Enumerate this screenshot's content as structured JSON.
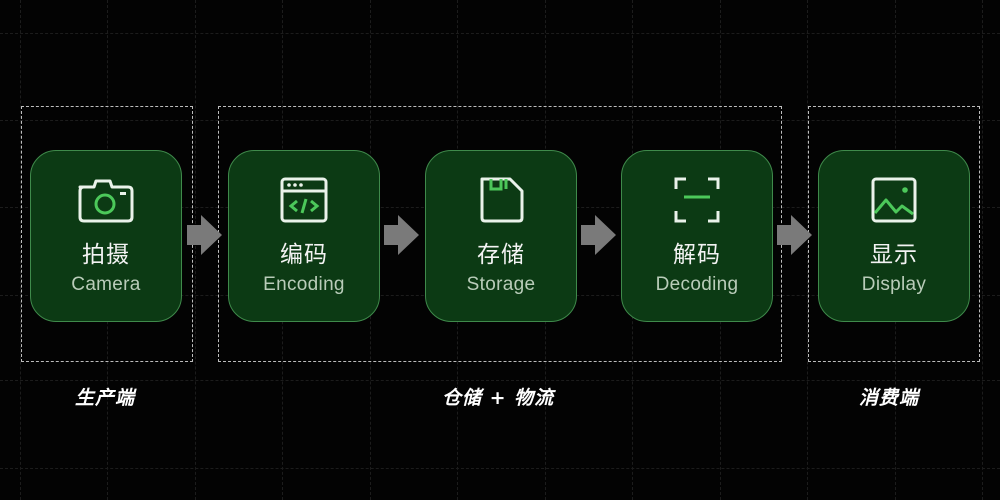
{
  "diagram": {
    "background_color": "#030303",
    "card_color": "#0c3a14",
    "card_border_color": "#3f8a4b",
    "accent_green": "#4cc85a",
    "arrow_color": "#7a7a7a",
    "steps": [
      {
        "zh": "拍摄",
        "en": "Camera",
        "icon": "camera-icon"
      },
      {
        "zh": "编码",
        "en": "Encoding",
        "icon": "code-window-icon"
      },
      {
        "zh": "存储",
        "en": "Storage",
        "icon": "sd-card-icon"
      },
      {
        "zh": "解码",
        "en": "Decoding",
        "icon": "scan-frame-icon"
      },
      {
        "zh": "显示",
        "en": "Display",
        "icon": "image-icon"
      }
    ],
    "groups": [
      {
        "label": "生产端"
      },
      {
        "label": "仓储 + 物流"
      },
      {
        "label": "消费端"
      }
    ]
  }
}
